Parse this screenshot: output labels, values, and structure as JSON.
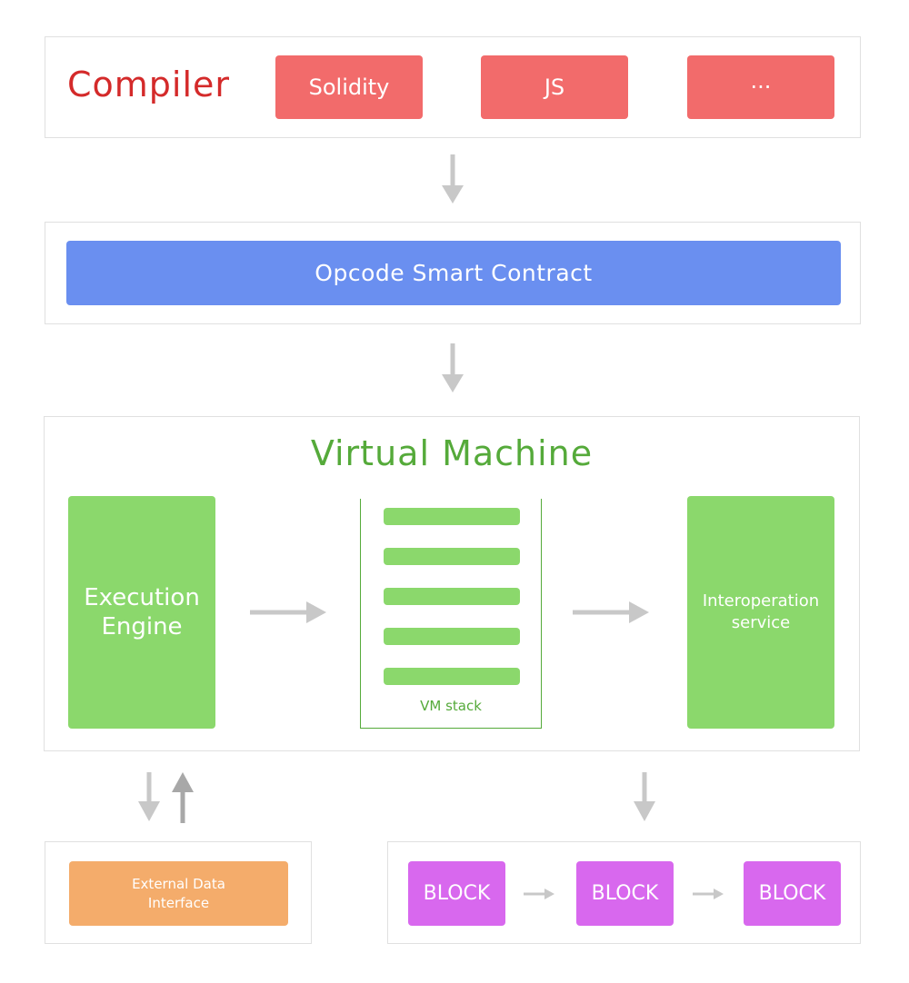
{
  "compiler": {
    "title": "Compiler",
    "languages": [
      "Solidity",
      "JS",
      "···"
    ]
  },
  "opcode": {
    "label": "Opcode Smart Contract"
  },
  "vm": {
    "title": "Virtual Machine",
    "execution_engine": [
      "Execution",
      "Engine"
    ],
    "stack_label": "VM stack",
    "interop": [
      "Interoperation",
      "service"
    ]
  },
  "external": {
    "label_lines": [
      "External Data",
      "Interface"
    ]
  },
  "blocks": [
    "BLOCK",
    "BLOCK",
    "BLOCK"
  ],
  "colors": {
    "compiler_title": "#d42a2a",
    "compiler_box": "#f26b6b",
    "opcode_box": "#6a8ff0",
    "vm_title": "#55aa3a",
    "vm_box": "#8bd86c",
    "external_box": "#f4ac6b",
    "block_box": "#d868ee",
    "arrow": "#c8c8c8"
  }
}
